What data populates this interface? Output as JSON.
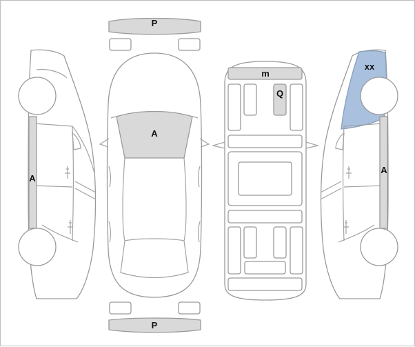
{
  "labels": {
    "front_bumper": "P",
    "rear_bumper": "P",
    "hood": "A",
    "left_rocker": "A",
    "right_rocker": "A",
    "roof_rail": "m",
    "interior_seat": "Q",
    "right_rear_quarter": "xx"
  },
  "colors": {
    "outline": "#9a9a9a",
    "damage_gray": "#d9d9d9",
    "damage_blue": "#a9c1de"
  }
}
